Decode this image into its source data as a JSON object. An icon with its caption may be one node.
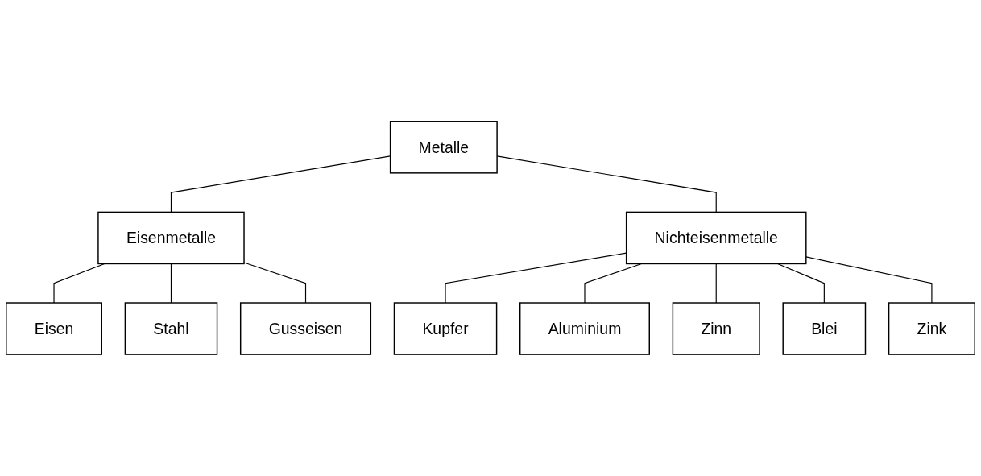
{
  "diagram": {
    "nodes": [
      {
        "text": [
          "Metalle"
        ]
      },
      {
        "text": [
          "Eisenmetalle"
        ]
      },
      {
        "text": [
          "Nichteisenmetalle"
        ]
      },
      {
        "text": [
          "Eisen"
        ]
      },
      {
        "text": [
          "Gusseisen"
        ]
      },
      {
        "text": [
          "Kupfer"
        ]
      },
      {
        "text": [
          "Zinn"
        ]
      },
      {
        "text": [
          "Zink"
        ]
      },
      {
        "text": [
          "Stahl"
        ]
      },
      {
        "text": [
          "Aluminium"
        ]
      },
      {
        "text": [
          "Blei"
        ]
      }
    ],
    "edges": [
      {
        "from": 0,
        "to": 1,
        "arrow": "none"
      },
      {
        "from": 0,
        "to": 2,
        "arrow": "none"
      },
      {
        "from": 1,
        "to": 3,
        "arrow": "none"
      },
      {
        "from": 1,
        "to": 8,
        "arrow": "none"
      },
      {
        "from": 1,
        "to": 4,
        "arrow": "none"
      },
      {
        "from": 2,
        "to": 5,
        "arrow": "none"
      },
      {
        "from": 2,
        "to": 9,
        "arrow": "none"
      },
      {
        "from": 2,
        "to": 6,
        "arrow": "none"
      },
      {
        "from": 2,
        "to": 10,
        "arrow": "none"
      },
      {
        "from": 2,
        "to": 7,
        "arrow": "none"
      }
    ]
  }
}
